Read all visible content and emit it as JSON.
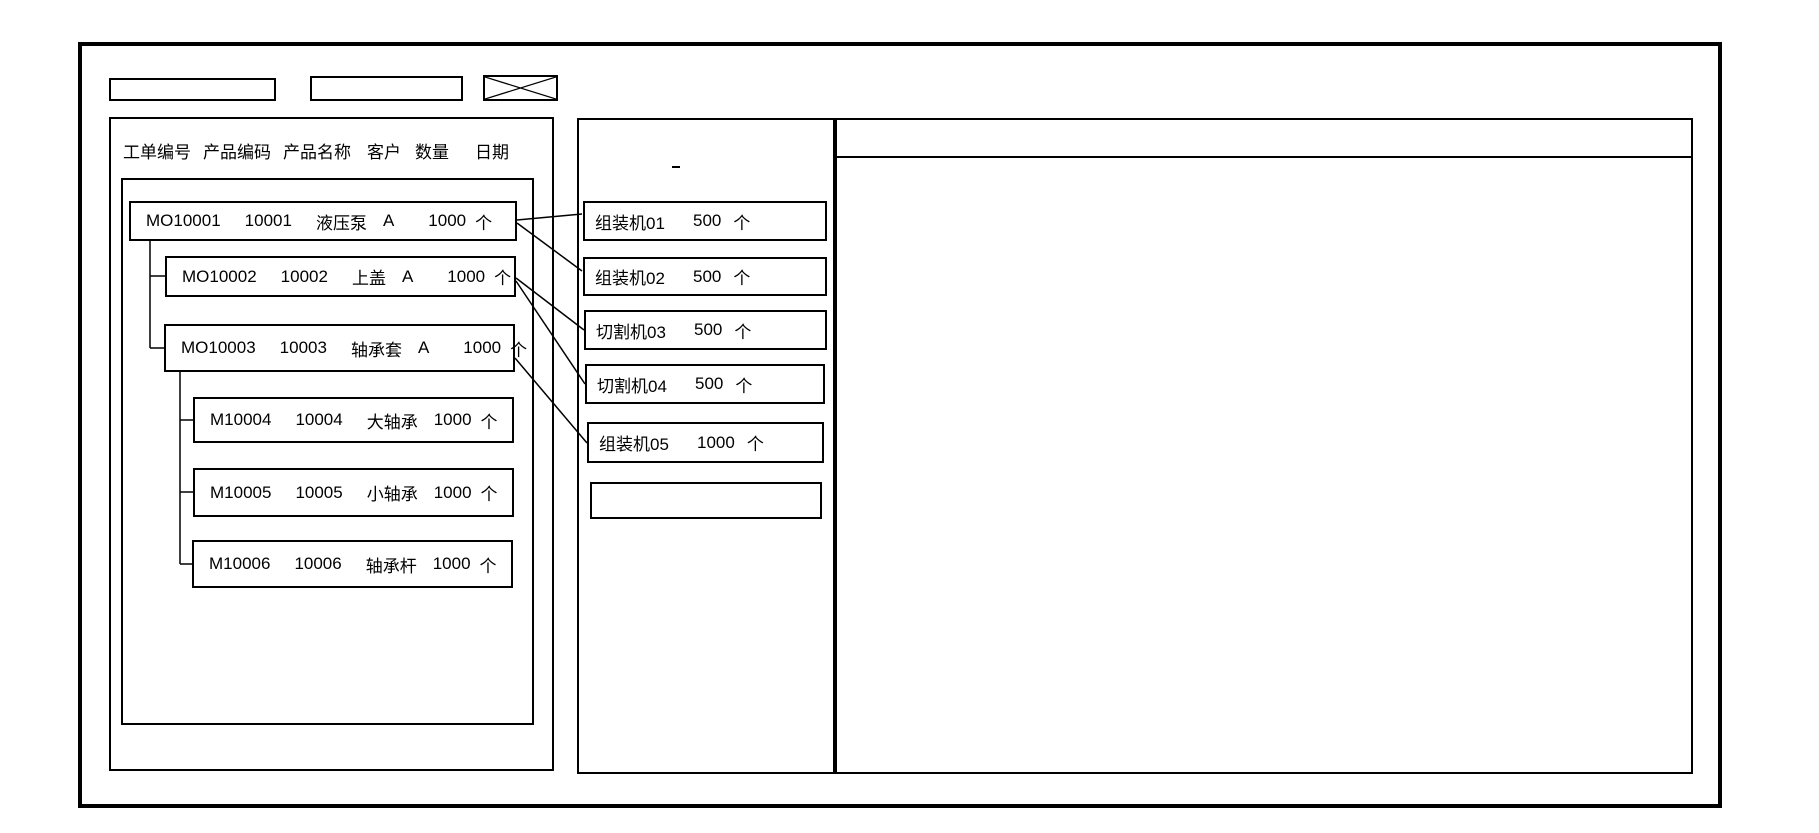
{
  "toolbar": {
    "field1_value": "",
    "field2_value": ""
  },
  "left_panel": {
    "columns": [
      "工单编号",
      "产品编码",
      "产品名称",
      "客户",
      "数量",
      "日期"
    ],
    "work_orders": [
      {
        "order_id": "MO10001",
        "product_code": "10001",
        "product_name": "液压泵",
        "customer": "A",
        "quantity": "1000",
        "unit": "个"
      },
      {
        "order_id": "MO10002",
        "product_code": "10002",
        "product_name": "上盖",
        "customer": "A",
        "quantity": "1000",
        "unit": "个"
      },
      {
        "order_id": "MO10003",
        "product_code": "10003",
        "product_name": "轴承套",
        "customer": "A",
        "quantity": "1000",
        "unit": "个"
      },
      {
        "order_id": "M10004",
        "product_code": "10004",
        "product_name": "大轴承",
        "quantity": "1000",
        "unit": "个"
      },
      {
        "order_id": "M10005",
        "product_code": "10005",
        "product_name": "小轴承",
        "quantity": "1000",
        "unit": "个"
      },
      {
        "order_id": "M10006",
        "product_code": "10006",
        "product_name": "轴承杆",
        "quantity": "1000",
        "unit": "个"
      }
    ]
  },
  "machine_panel": {
    "machines": [
      {
        "name": "组装机01",
        "quantity": "500",
        "unit": "个"
      },
      {
        "name": "组装机02",
        "quantity": "500",
        "unit": "个"
      },
      {
        "name": "切割机03",
        "quantity": "500",
        "unit": "个"
      },
      {
        "name": "切割机04",
        "quantity": "500",
        "unit": "个"
      },
      {
        "name": "组装机05",
        "quantity": "1000",
        "unit": "个"
      },
      {
        "name": "",
        "quantity": "",
        "unit": ""
      }
    ]
  },
  "assignments": [
    {
      "work_order": "MO10001",
      "machines": [
        "组装机01",
        "组装机02"
      ]
    },
    {
      "work_order": "MO10002",
      "machines": [
        "切割机03",
        "切割机04"
      ]
    },
    {
      "work_order": "MO10003",
      "machines": [
        "组装机05"
      ]
    }
  ]
}
